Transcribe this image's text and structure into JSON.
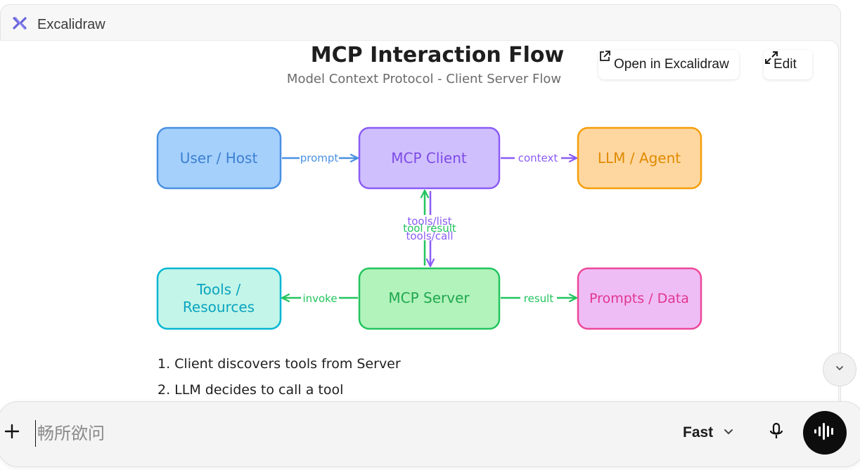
{
  "header": {
    "app_title": "Excalidraw",
    "app_icon": "excalidraw-logo-icon"
  },
  "toolbar": {
    "open_label": "Open in Excalidraw",
    "open_icon": "external-link-icon",
    "edit_label": "Edit",
    "edit_icon": "expand-icon"
  },
  "diagram": {
    "title": "MCP Interaction Flow",
    "subtitle": "Model Context Protocol - Client Server Flow",
    "nodes": {
      "user_host": "User / Host",
      "mcp_client": "MCP Client",
      "llm_agent": "LLM / Agent",
      "tools_resources_line1": "Tools /",
      "tools_resources_line2": "Resources",
      "mcp_server": "MCP Server",
      "prompts_data": "Prompts / Data"
    },
    "edges": {
      "prompt": "prompt",
      "context": "context",
      "tools_list": "tools/list",
      "tool_result": "tool result",
      "tools_call": "tools/call",
      "invoke": "invoke",
      "result": "result"
    },
    "steps": [
      "1. Client discovers tools from Server",
      "2. LLM decides to call a tool"
    ],
    "colors": {
      "blue": "#4a90e2",
      "blue_fill": "#a5d0fc",
      "purple": "#8b5cf6",
      "purple_fill": "#d0bffd",
      "orange": "#f59e0b",
      "orange_fill": "#fed7a0",
      "teal": "#06b6d4",
      "teal_fill": "#c3f5e8",
      "green": "#22c55e",
      "green_fill": "#b2f2bb",
      "pink": "#ec4899",
      "pink_fill": "#efbdf5"
    }
  },
  "composer": {
    "placeholder": "畅所欲问",
    "mode_label": "Fast",
    "plus_icon": "plus-icon",
    "mode_icon": "chevron-down-icon",
    "mic_icon": "microphone-icon",
    "voice_icon": "voice-wave-icon",
    "scroll_icon": "chevron-down-icon"
  }
}
